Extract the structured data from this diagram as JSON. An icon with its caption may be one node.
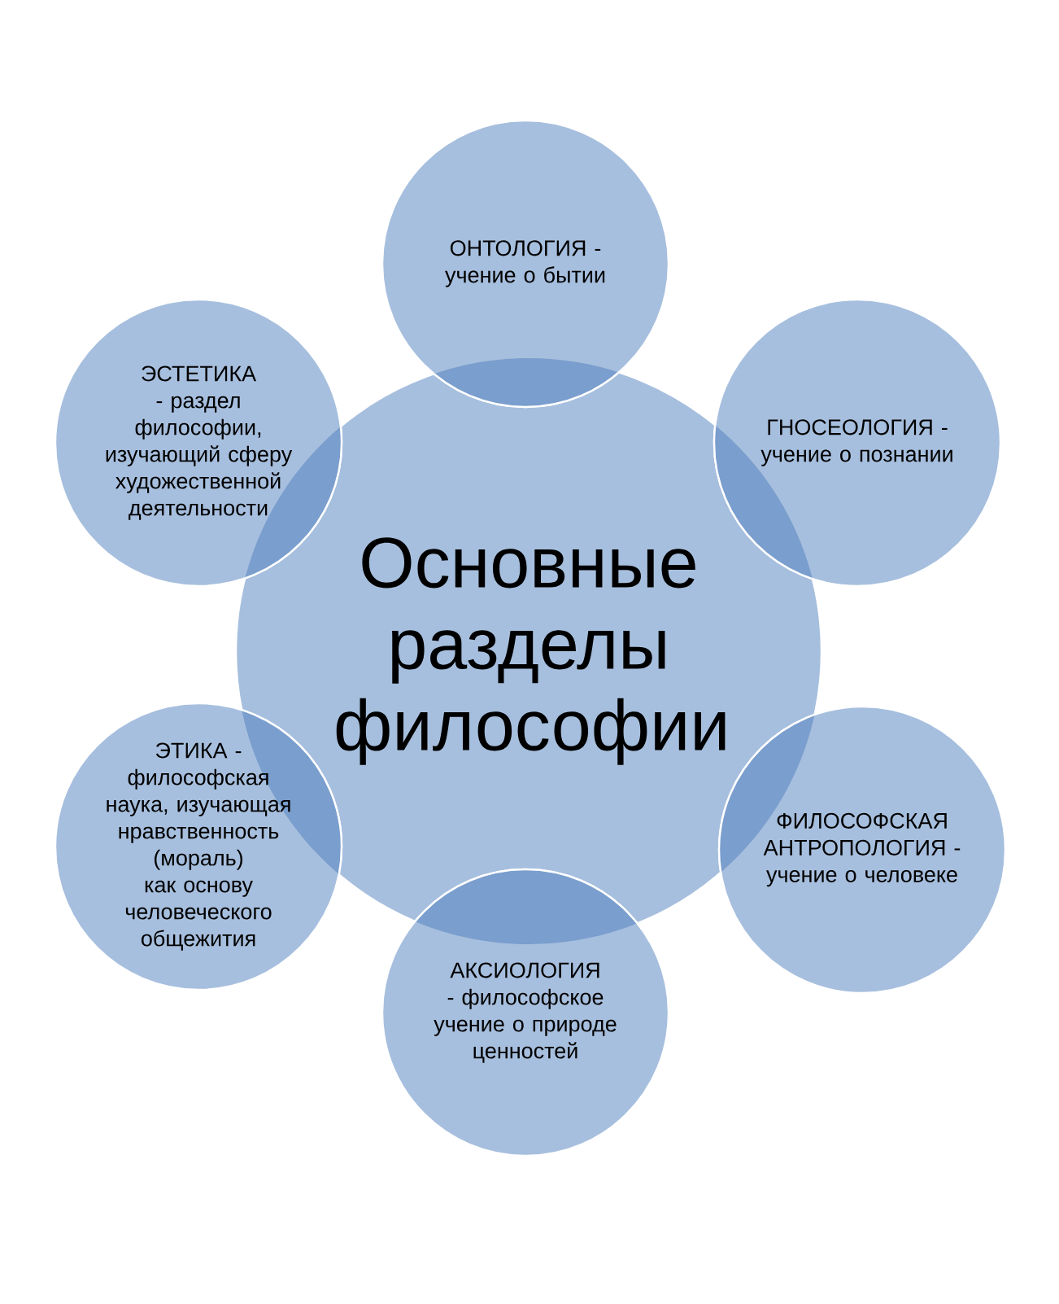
{
  "diagram": {
    "nodes": [
      {
        "text": [
          "Основные разделы философии"
        ]
      },
      {
        "text": [
          "ОНТОЛОГИЯ - учение о бытии"
        ]
      },
      {
        "text": [
          "ГНОСЕОЛОГИЯ - учение о познании"
        ]
      },
      {
        "text": [
          "ФИЛОСОФСКАЯ АНТРОПОЛОГИЯ - учение о человеке"
        ]
      },
      {
        "text": [
          "АКСИОЛОГИЯ - философское учение о природе ценностей"
        ]
      },
      {
        "text": [
          "ЭТИКА - философская наука, изучающая нравственность (мораль) как основу человеческого общежития"
        ]
      },
      {
        "text": [
          "ЭСТЕТИКА - раздел философии, изучающий сферу художественной деятельности"
        ]
      }
    ]
  }
}
